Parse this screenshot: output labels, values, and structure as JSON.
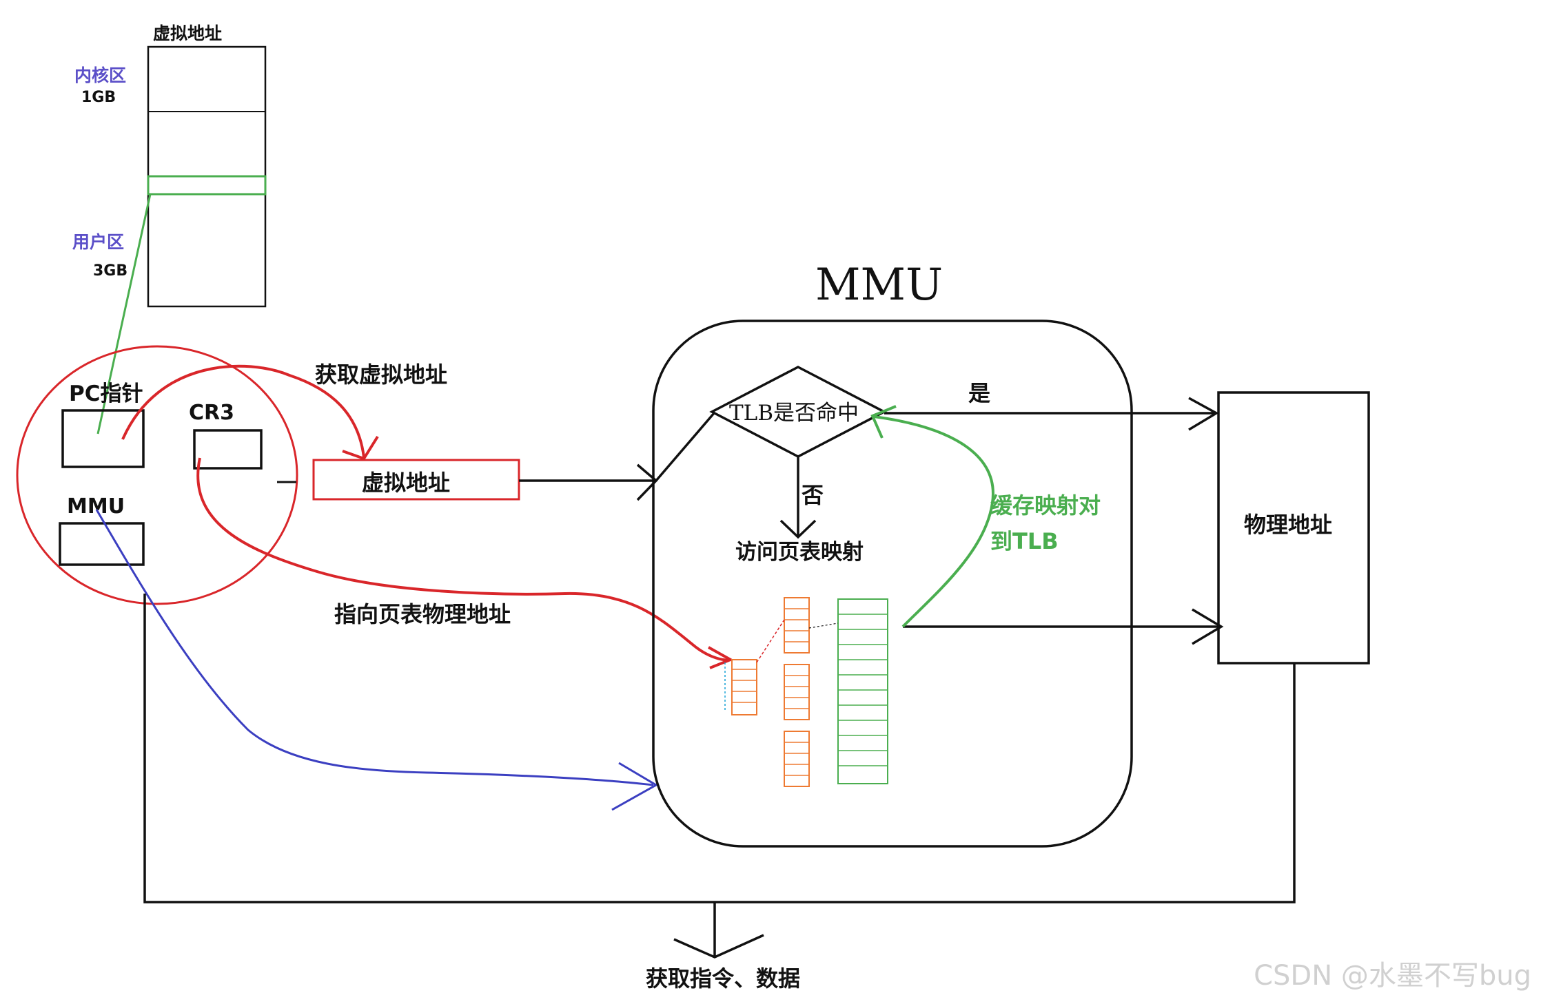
{
  "labels": {
    "virtual_address_space_title": "虚拟地址",
    "kernel_area": "内核区",
    "kernel_size": "1GB",
    "user_area": "用户区",
    "user_size": "3GB",
    "pc_pointer": "PC指针",
    "cr3": "CR3",
    "mmu_register": "MMU",
    "get_virtual_address": "获取虚拟地址",
    "virtual_address_box": "虚拟地址",
    "points_to_page_table": "指向页表物理地址",
    "mmu_title": "MMU",
    "tlb_hit_question": "TLB是否命中",
    "yes": "是",
    "no": "否",
    "access_page_table": "访问页表映射",
    "cache_mapping_line1": "缓存映射对",
    "cache_mapping_line2": "到TLB",
    "physical_address": "物理地址",
    "fetch_instruction_data": "获取指令、数据",
    "watermark": "CSDN @水墨不写bug"
  },
  "colors": {
    "black": "#111111",
    "red": "#d9262a",
    "green": "#4aae4f",
    "blue": "#3b3fc1",
    "purple_label": "#5b4fc8",
    "orange": "#ee7a32",
    "cyan": "#1aa3d6"
  }
}
